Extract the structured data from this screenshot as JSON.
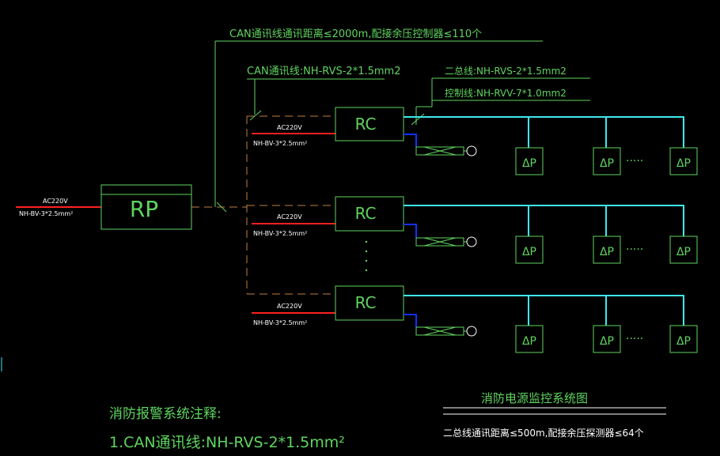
{
  "annotations": {
    "top_line": "CAN通讯线通讯距离≤2000m,配接余压控制器≤110个",
    "can_line": "CAN通讯线:NH-RVS-2*1.5mm2",
    "bus_line": "二总线:NH-RVS-2*1.5mm2",
    "control_line": "控制线:NH-RVV-7*1.0mm2",
    "power_voltage": "AC220V",
    "power_cable": "NH-BV-3*2.5mm²"
  },
  "devices": {
    "main_panel": "RP",
    "controller": "RC",
    "sensor": "ΔP",
    "ellipsis": "·····"
  },
  "notes": {
    "heading": "消防报警系统注释:",
    "item1": "1.CAN通讯线:NH-RVS-2*1.5mm²"
  },
  "footer": {
    "title": "消防电源监控系统图",
    "note": "二总线通讯距离≤500m,配接余压探测器≤64个"
  },
  "colors": {
    "frame": "#5fd45f",
    "power": "#ff2020",
    "bus": "#40e8f0",
    "control": "#1030ff",
    "can": "#c08040"
  }
}
